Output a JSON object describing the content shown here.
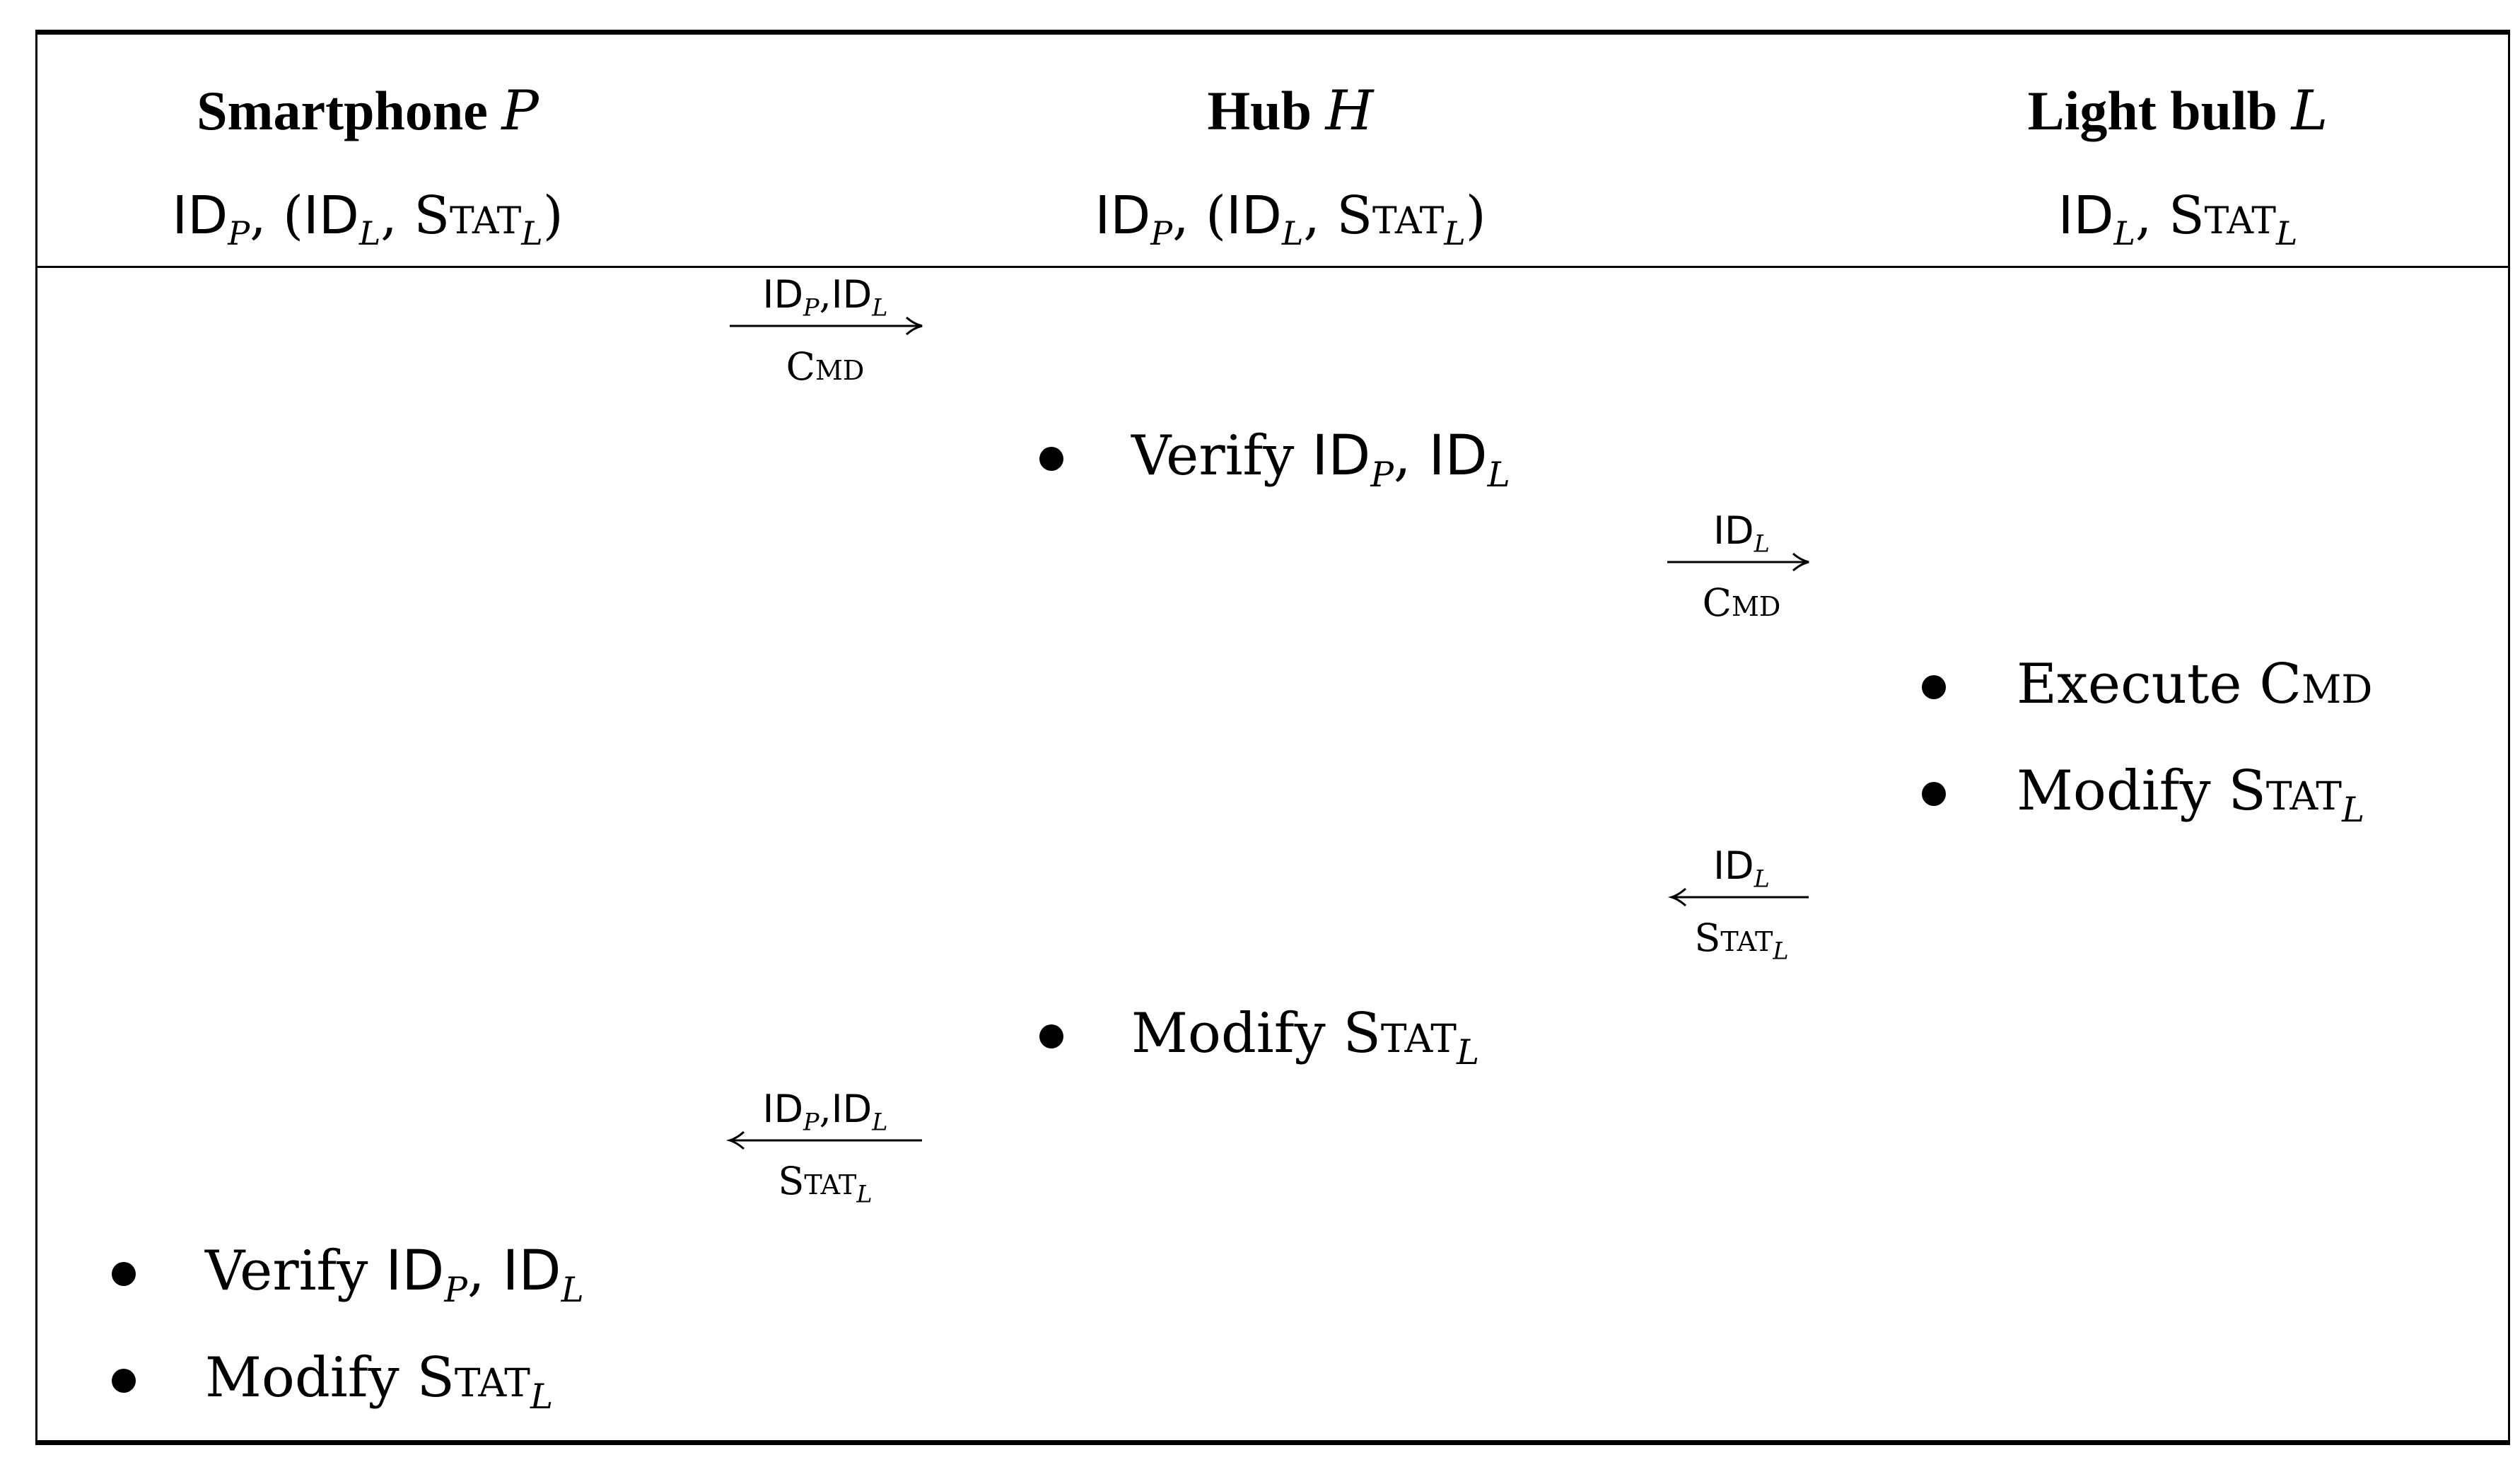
{
  "columns": [
    {
      "title": "Smartphone",
      "symbol": "P",
      "state": [
        {
          "id": "ID",
          "sub": "P"
        },
        {
          "sep": ", ("
        },
        {
          "id": "ID",
          "sub": "L"
        },
        {
          "sep": ", "
        },
        {
          "sc": "Stat",
          "sub": "L"
        },
        {
          "sep": ")"
        }
      ]
    },
    {
      "title": "Hub",
      "symbol": "H",
      "state": [
        {
          "id": "ID",
          "sub": "P"
        },
        {
          "sep": ", ("
        },
        {
          "id": "ID",
          "sub": "L"
        },
        {
          "sep": ", "
        },
        {
          "sc": "Stat",
          "sub": "L"
        },
        {
          "sep": ")"
        }
      ]
    },
    {
      "title": "Light bulb",
      "symbol": "L",
      "state": [
        {
          "id": "ID",
          "sub": "L"
        },
        {
          "sep": ", "
        },
        {
          "sc": "Stat",
          "sub": "L"
        }
      ]
    }
  ],
  "messages": [
    {
      "direction": "right",
      "label_top": [
        {
          "id": "ID",
          "sub": "P"
        },
        {
          "sep": ","
        },
        {
          "id": "ID",
          "sub": "L"
        }
      ],
      "label_bottom": [
        {
          "sc": "Cmd"
        }
      ]
    },
    {
      "direction": "right",
      "label_top": [
        {
          "id": "ID",
          "sub": "L"
        }
      ],
      "label_bottom": [
        {
          "sc": "Cmd"
        }
      ]
    },
    {
      "direction": "left",
      "label_top": [
        {
          "id": "ID",
          "sub": "L"
        }
      ],
      "label_bottom": [
        {
          "sc": "Stat",
          "sub": "L"
        }
      ]
    },
    {
      "direction": "left",
      "label_top": [
        {
          "id": "ID",
          "sub": "P"
        },
        {
          "sep": ","
        },
        {
          "id": "ID",
          "sub": "L"
        }
      ],
      "label_bottom": [
        {
          "sc": "Stat",
          "sub": "L"
        }
      ]
    }
  ],
  "steps": [
    {
      "word": "Verify",
      "expr": [
        {
          "id": "ID",
          "sub": "P"
        },
        {
          "sep": ", "
        },
        {
          "id": "ID",
          "sub": "L"
        }
      ]
    },
    {
      "word": "Execute",
      "expr": [
        {
          "sc": "Cmd"
        }
      ]
    },
    {
      "word": "Modify",
      "expr": [
        {
          "sc": "Stat",
          "sub": "L"
        }
      ]
    },
    {
      "word": "Modify",
      "expr": [
        {
          "sc": "Stat",
          "sub": "L"
        }
      ]
    },
    {
      "word": "Verify",
      "expr": [
        {
          "id": "ID",
          "sub": "P"
        },
        {
          "sep": ", "
        },
        {
          "id": "ID",
          "sub": "L"
        }
      ]
    },
    {
      "word": "Modify",
      "expr": [
        {
          "sc": "Stat",
          "sub": "L"
        }
      ]
    }
  ]
}
